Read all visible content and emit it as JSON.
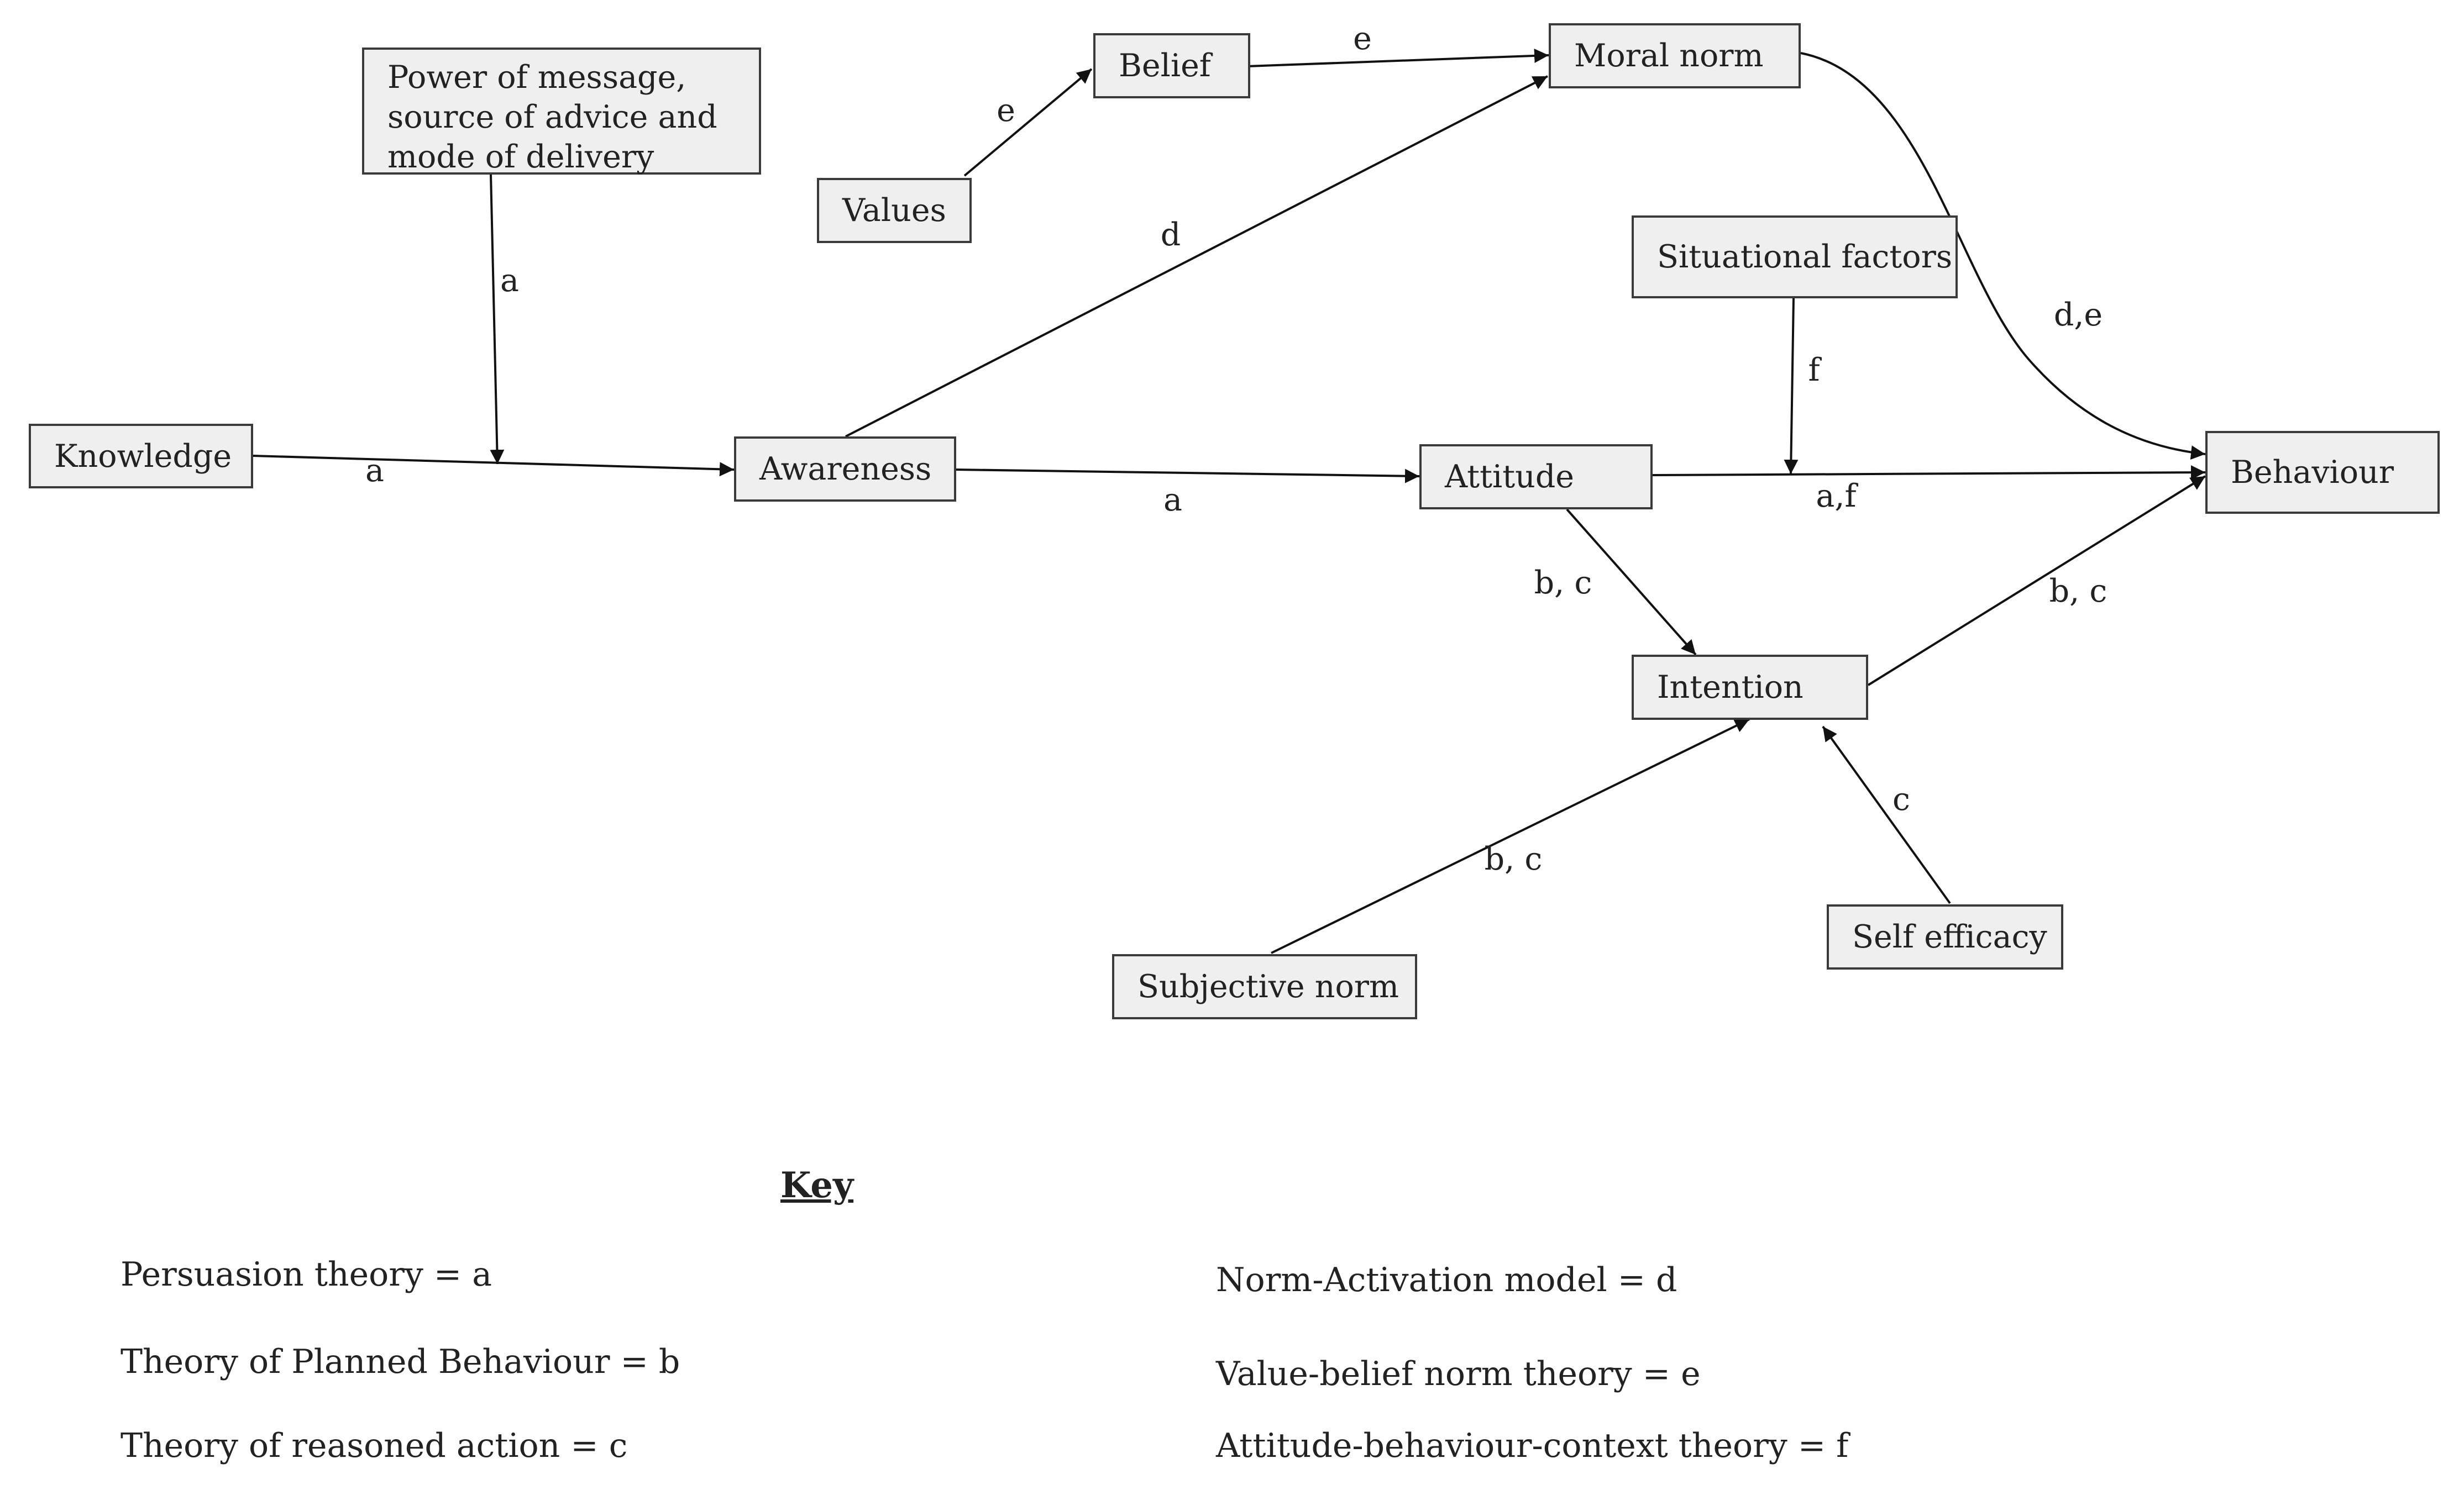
{
  "nodes": {
    "power": "Power of message,\nsource of advice and\nmode of delivery",
    "knowledge": "Knowledge",
    "awareness": "Awareness",
    "values": "Values",
    "belief": "Belief",
    "moral_norm": "Moral norm",
    "situational_factors": "Situational factors",
    "attitude": "Attitude",
    "behaviour": "Behaviour",
    "intention": "Intention",
    "subjective_norm": "Subjective norm",
    "self_efficacy": "Self efficacy"
  },
  "edges": {
    "power_to_knowledge_awareness": "a",
    "knowledge_to_awareness": "a",
    "values_to_belief": "e",
    "belief_to_moral_norm": "e",
    "awareness_to_moral_norm": "d",
    "moral_norm_to_behaviour": "d,e",
    "situational_to_attitude_behaviour": "f",
    "awareness_to_attitude": "a",
    "attitude_to_behaviour": "a,f",
    "attitude_to_intention": "b, c",
    "intention_to_behaviour": "b, c",
    "subjective_norm_to_intention": "b, c",
    "self_efficacy_to_intention": "c"
  },
  "key": {
    "title": "Key",
    "items": [
      "Persuasion theory = a",
      "Theory of Planned Behaviour = b",
      "Theory of reasoned action = c",
      "Norm-Activation model = d",
      "Value-belief norm theory  = e",
      "Attitude-behaviour-context theory = f"
    ]
  }
}
